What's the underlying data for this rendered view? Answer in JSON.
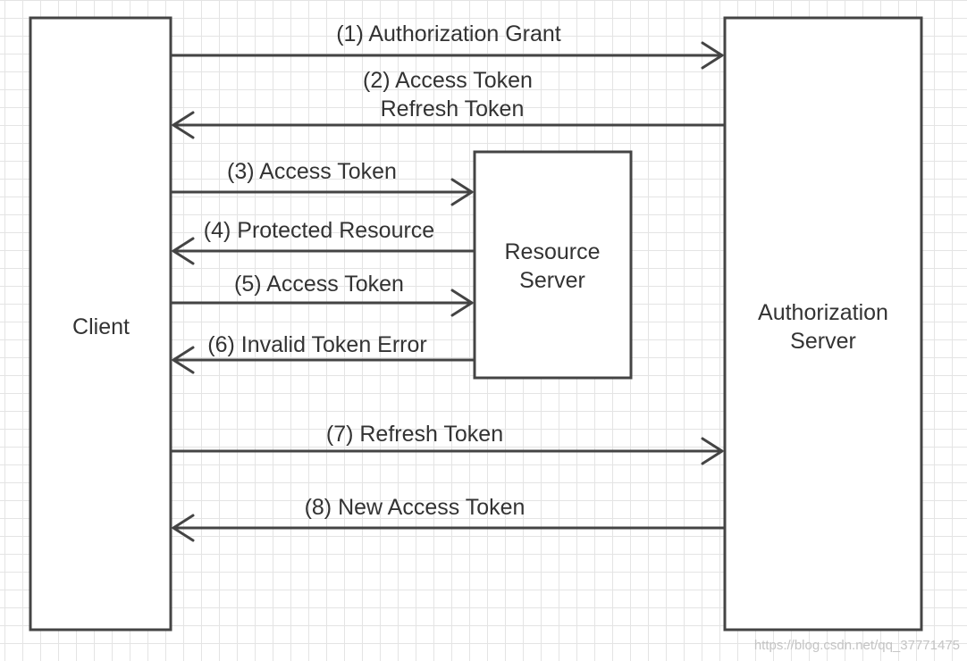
{
  "diagram": {
    "nodes": {
      "client": {
        "lines": [
          "Client"
        ]
      },
      "resource_server": {
        "lines": [
          "Resource",
          "Server"
        ]
      },
      "authorization_server": {
        "lines": [
          "Authorization",
          "Server"
        ]
      }
    },
    "edges": [
      {
        "id": "1",
        "from": "client",
        "to": "authorization_server",
        "lines": [
          "(1)  Authorization Grant"
        ]
      },
      {
        "id": "2",
        "from": "authorization_server",
        "to": "client",
        "lines": [
          "(2)  Access Token",
          "Refresh Token"
        ]
      },
      {
        "id": "3",
        "from": "client",
        "to": "resource_server",
        "lines": [
          "(3)  Access Token"
        ]
      },
      {
        "id": "4",
        "from": "resource_server",
        "to": "client",
        "lines": [
          "(4)  Protected Resource"
        ]
      },
      {
        "id": "5",
        "from": "client",
        "to": "resource_server",
        "lines": [
          "(5)  Access Token"
        ]
      },
      {
        "id": "6",
        "from": "resource_server",
        "to": "client",
        "lines": [
          "(6)  Invalid Token Error"
        ]
      },
      {
        "id": "7",
        "from": "client",
        "to": "authorization_server",
        "lines": [
          "(7)  Refresh Token"
        ]
      },
      {
        "id": "8",
        "from": "authorization_server",
        "to": "client",
        "lines": [
          "(8)  New Access Token"
        ]
      }
    ]
  },
  "watermark": "https://blog.csdn.net/qq_37771475",
  "colors": {
    "stroke": "#444444",
    "text": "#333333",
    "grid": "#e4e4e4"
  }
}
